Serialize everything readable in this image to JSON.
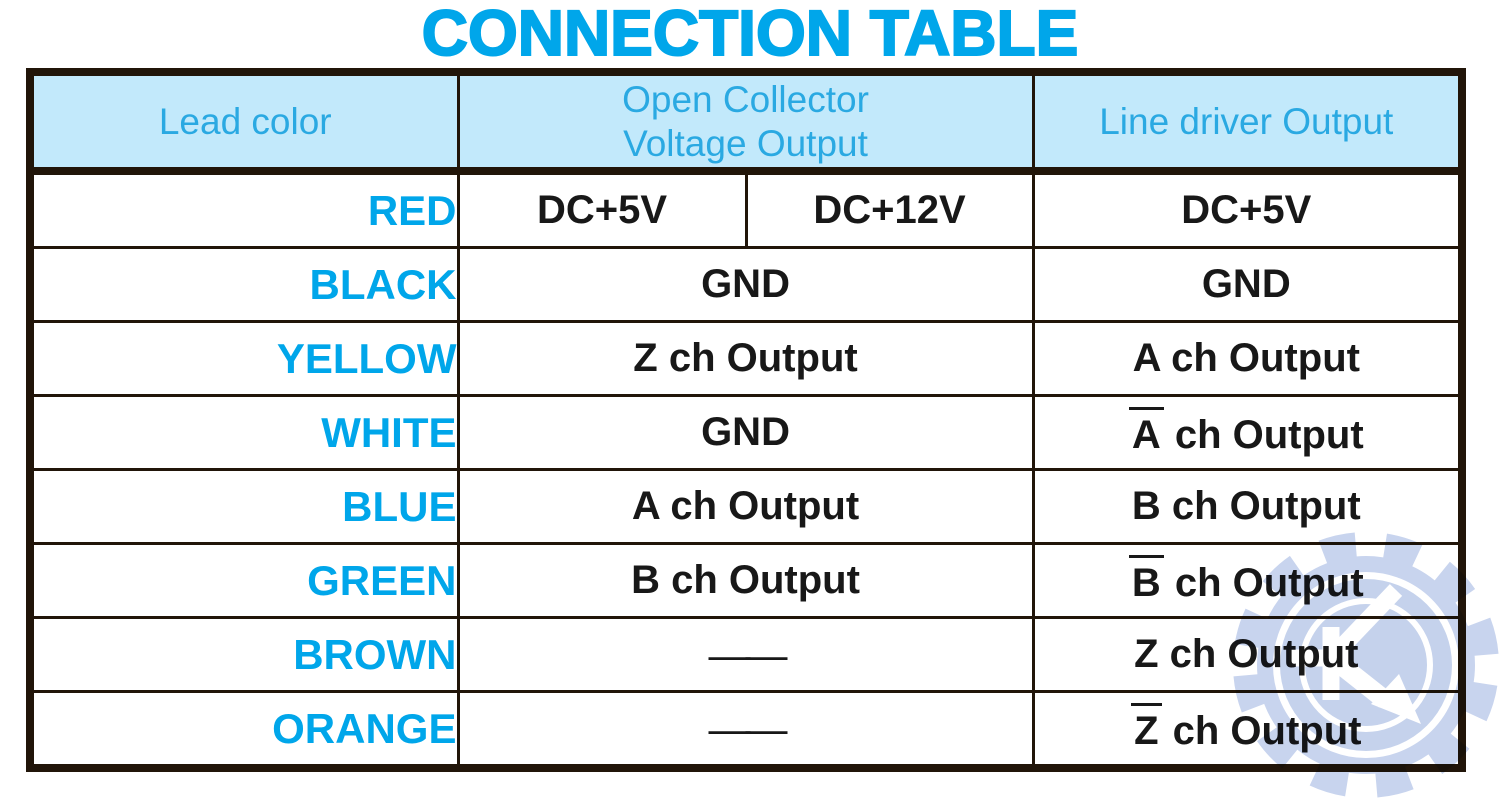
{
  "title": "CONNECTION TABLE",
  "colors": {
    "accent_cyan": "#00a6ea",
    "header_text_cyan": "#2aa9e2",
    "header_background": "#c2e9fb",
    "table_border": "#211509",
    "value_text": "#181818",
    "watermark_blue": "#c8d4ee"
  },
  "table": {
    "headers": {
      "lead": "Lead color",
      "open_collector_line1": "Open Collector",
      "open_collector_line2": "Voltage Output",
      "line_driver": "Line driver Output"
    },
    "rows": [
      {
        "lead": "RED",
        "oc1": "DC+5V",
        "oc2": "DC+12V",
        "ld": "DC+5V"
      },
      {
        "lead": "BLACK",
        "oc": "GND",
        "ld": "GND"
      },
      {
        "lead": "YELLOW",
        "oc": "Z ch Output",
        "ld": "A ch Output"
      },
      {
        "lead": "WHITE",
        "oc": "GND",
        "ld_ovl": "A",
        "ld": " ch Output"
      },
      {
        "lead": "BLUE",
        "oc": "A ch Output",
        "ld": "B ch Output"
      },
      {
        "lead": "GREEN",
        "oc": "B ch Output",
        "ld_ovl": "B",
        "ld": " ch Output"
      },
      {
        "lead": "BROWN",
        "oc": "——",
        "ld": "Z ch Output"
      },
      {
        "lead": "ORANGE",
        "oc": "——",
        "ld_ovl": "Z",
        "ld": " ch Output"
      }
    ]
  },
  "watermark": {
    "icon": "gear-k-logo"
  }
}
